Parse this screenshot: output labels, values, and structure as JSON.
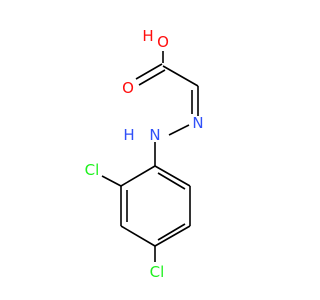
{
  "colors": {
    "background": "#ffffff",
    "bond": "#000000",
    "oxygen": "#ff0d0d",
    "nitrogen": "#3050f8",
    "chlorine": "#1ff01f"
  },
  "atoms": {
    "carboxyl_oh": {
      "element": "O",
      "label": "O",
      "hydrogen": "H"
    },
    "carbonyl_o": {
      "element": "O",
      "label": "O"
    },
    "imine_n": {
      "element": "N",
      "label": "N"
    },
    "amine_n": {
      "element": "N",
      "label": "N",
      "hydrogen": "H"
    },
    "cl_ortho": {
      "element": "Cl",
      "label": "Cl"
    },
    "cl_para": {
      "element": "Cl",
      "label": "Cl"
    }
  }
}
